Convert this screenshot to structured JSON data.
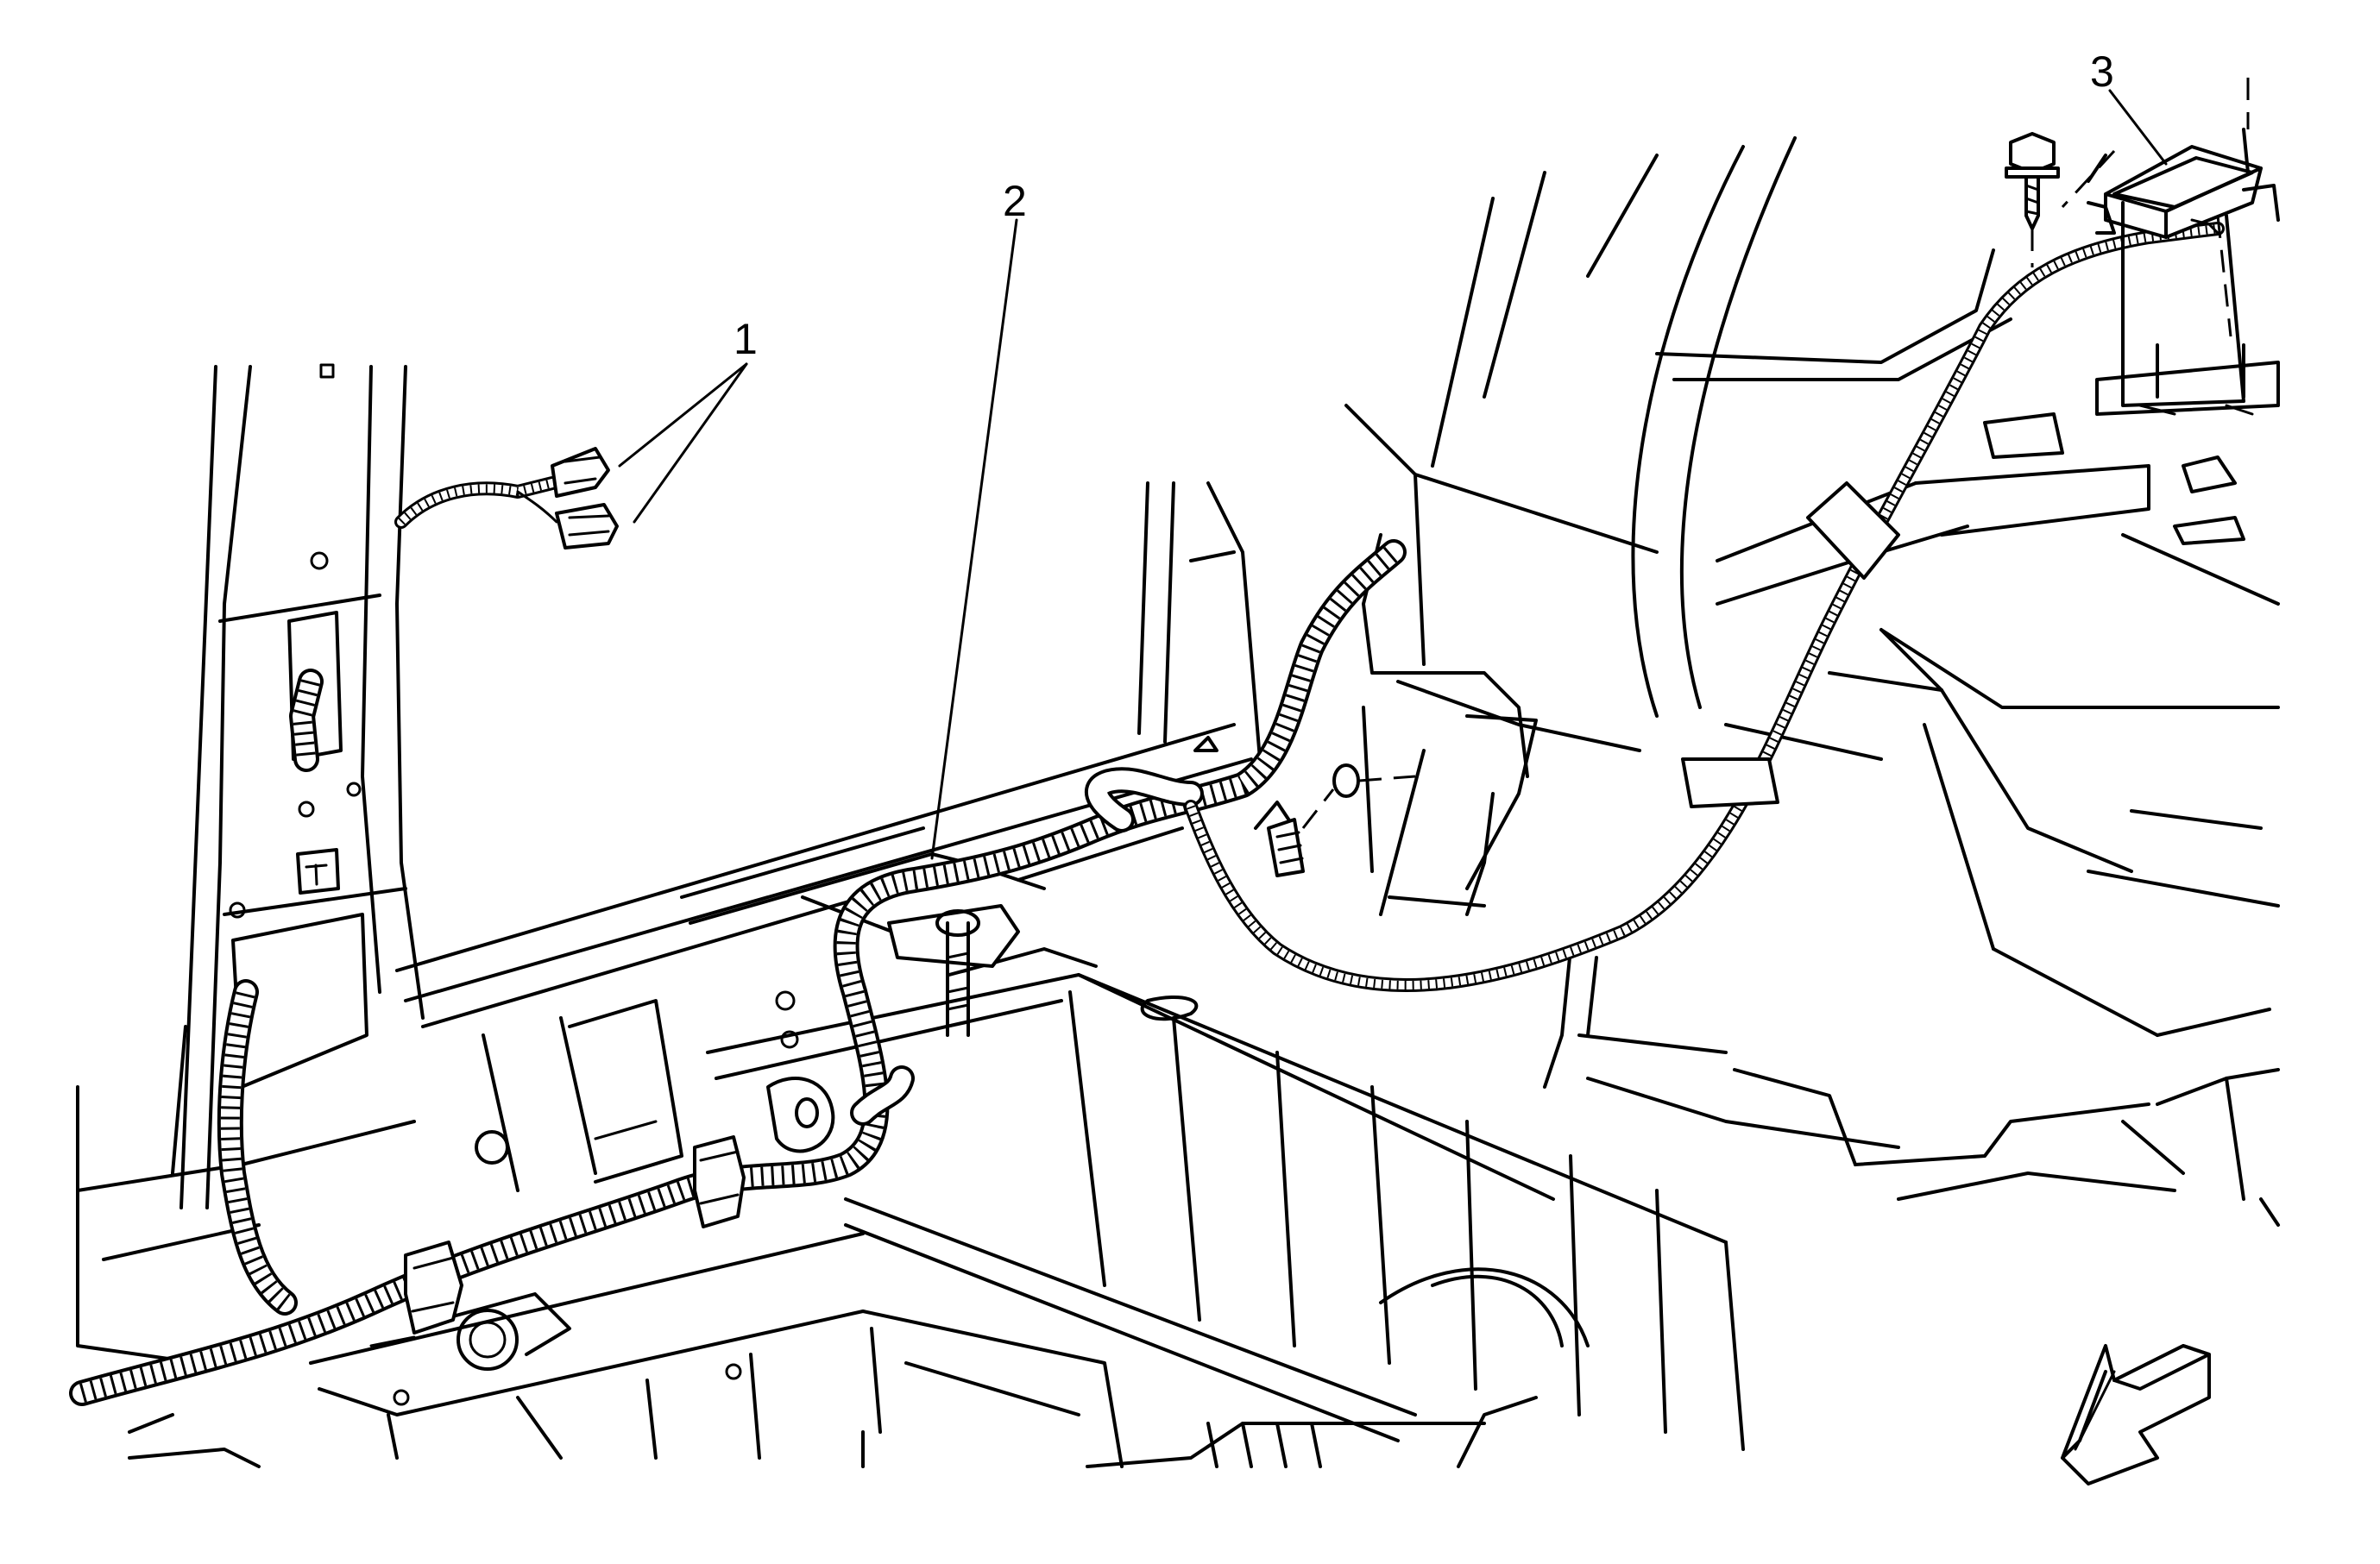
{
  "callouts": [
    {
      "id": "callout-1",
      "label": "1"
    },
    {
      "id": "callout-2",
      "label": "2"
    },
    {
      "id": "callout-3",
      "label": "3"
    }
  ],
  "icons": {
    "direction_arrow": "front-direction-arrow-icon",
    "bolt": "bolt-icon",
    "module": "module-icon",
    "connector": "connector-icon",
    "clip": "harness-clip-icon"
  },
  "colors": {
    "ink": "#000000",
    "paper": "#ffffff"
  }
}
